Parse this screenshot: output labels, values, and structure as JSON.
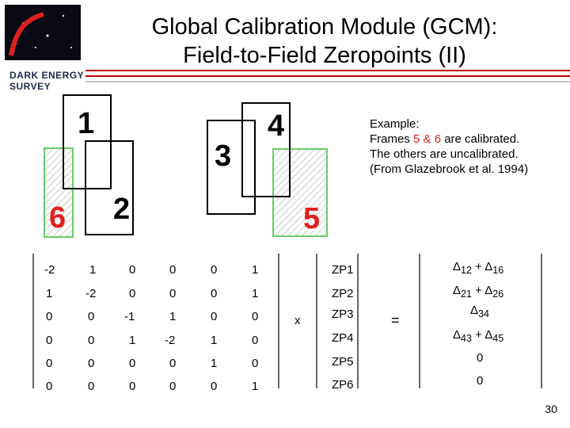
{
  "title": {
    "line1": "Global Calibration Module (GCM):",
    "line2": "Field-to-Field Zeropoints (II)"
  },
  "logo": {
    "line1": "DARK ENERGY",
    "line2": "SURVEY"
  },
  "frames": {
    "f1": "1",
    "f2": "2",
    "f3": "3",
    "f4": "4",
    "f5": "5",
    "f6": "6"
  },
  "example": {
    "line1": "Example:",
    "line2_prefix": "Frames ",
    "line2_highlight": "5 & 6",
    "line2_suffix": " are calibrated.",
    "line3": "The others are uncalibrated.",
    "line4": "(From Glazebrook et al. 1994)"
  },
  "matrix": [
    [
      "-2",
      "1",
      "0",
      "0",
      "0",
      "1"
    ],
    [
      "1",
      "-2",
      "0",
      "0",
      "0",
      "1"
    ],
    [
      "0",
      "0",
      "-1",
      "1",
      "0",
      "0"
    ],
    [
      "0",
      "0",
      "1",
      "-2",
      "1",
      "0"
    ],
    [
      "0",
      "0",
      "0",
      "0",
      "1",
      "0"
    ],
    [
      "0",
      "0",
      "0",
      "0",
      "0",
      "1"
    ]
  ],
  "operator_x": "x",
  "operator_eq": "=",
  "zp": [
    "ZP1",
    "ZP2",
    "ZP3",
    "ZP4",
    "ZP5",
    "ZP6"
  ],
  "rhs": [
    {
      "a": "Δ",
      "a_sub": "12",
      "plus": " + ",
      "b": "Δ",
      "b_sub": "16"
    },
    {
      "a": "Δ",
      "a_sub": "21",
      "plus": " + ",
      "b": "Δ",
      "b_sub": "26"
    },
    {
      "a": "Δ",
      "a_sub": "34",
      "plus": "",
      "b": "",
      "b_sub": ""
    },
    {
      "a": "Δ",
      "a_sub": "43",
      "plus": " + ",
      "b": "Δ",
      "b_sub": "45"
    },
    {
      "a": "0",
      "a_sub": "",
      "plus": "",
      "b": "",
      "b_sub": ""
    },
    {
      "a": "0",
      "a_sub": "",
      "plus": "",
      "b": "",
      "b_sub": ""
    }
  ],
  "page_number": "30",
  "colors": {
    "calibrated_frame": "#66cc66",
    "calibrated_label": "#e02020",
    "header_rule": "#c00000"
  }
}
